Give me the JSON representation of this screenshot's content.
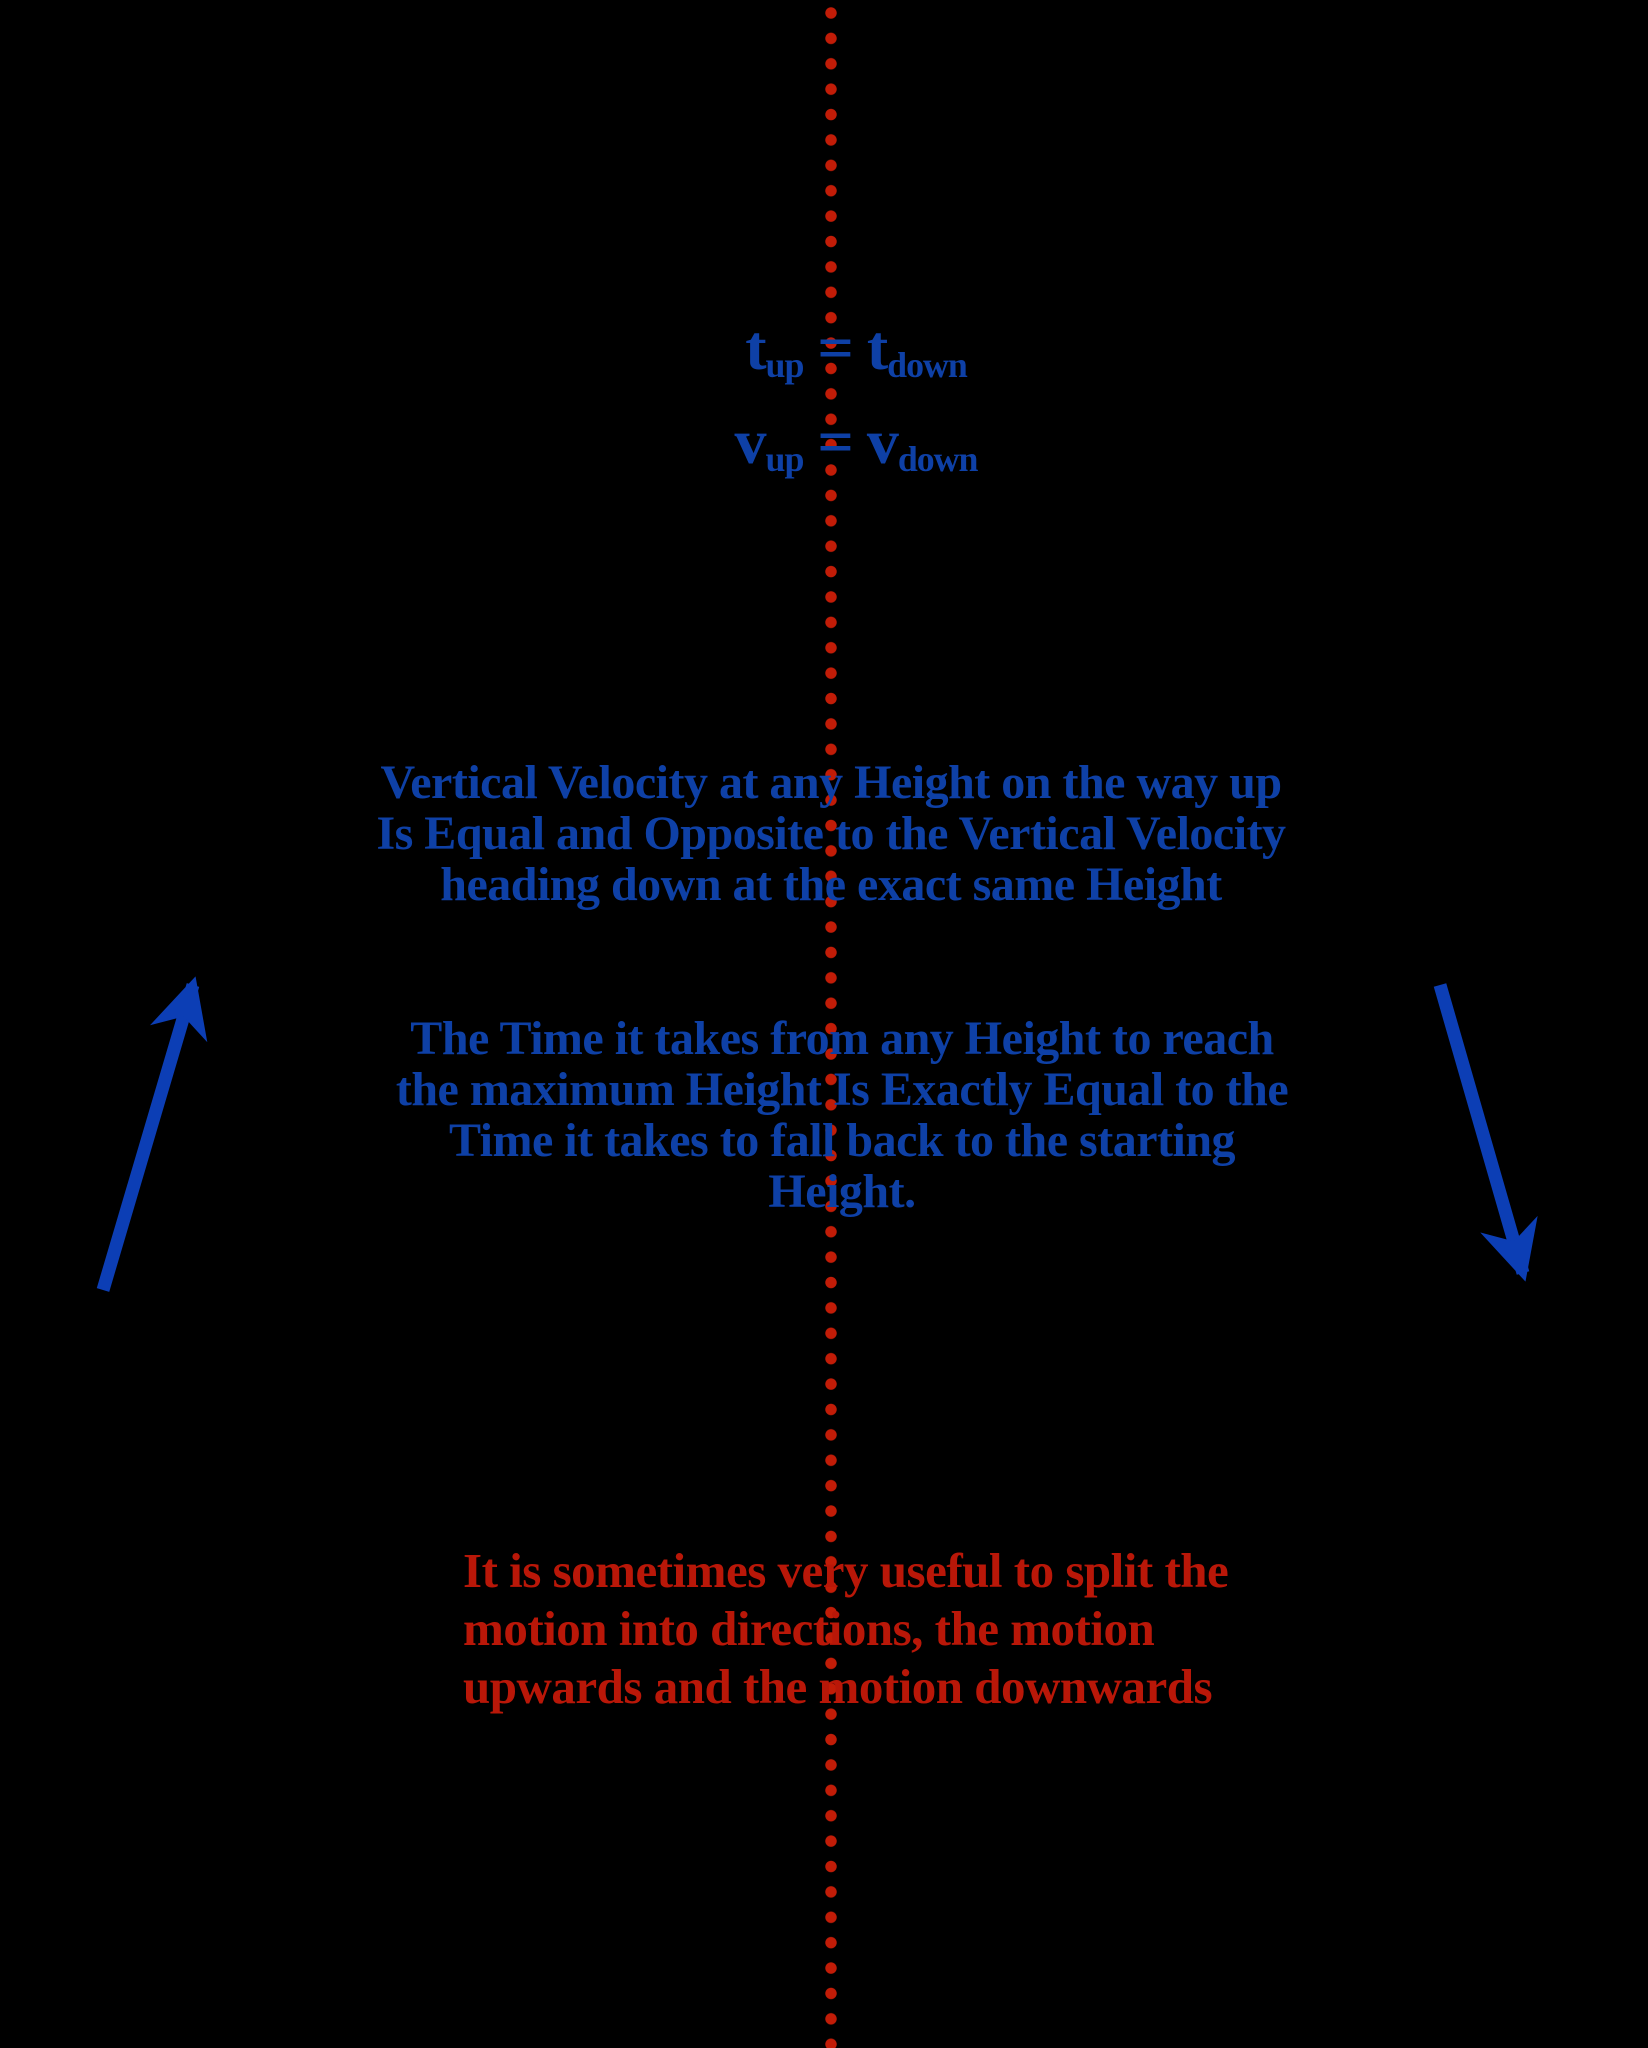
{
  "colors": {
    "background": "#000000",
    "blue_text": "#0e40a6",
    "red_text": "#b91708",
    "dot": "#c21c07",
    "arrow": "#0c3eb5"
  },
  "divider": {
    "description": "red dotted vertical line through center"
  },
  "equations": [
    {
      "lhs_base": "t",
      "lhs_sub": "up",
      "equals": "=",
      "rhs_base": "t",
      "rhs_sub": "down"
    },
    {
      "lhs_base": "v",
      "lhs_sub": "up",
      "equals": "=",
      "rhs_base": "v",
      "rhs_sub": "down"
    }
  ],
  "notes": {
    "velocity_symmetry": {
      "lines": [
        "Vertical Velocity at any Height on the way up",
        "Is Equal and Opposite to the Vertical Velocity",
        "heading down at the exact same Height"
      ]
    },
    "time_symmetry": {
      "lines": [
        "The Time it takes from any Height to reach",
        "the maximum Height Is Exactly Equal to the",
        "Time it takes to fall back to the starting",
        "Height."
      ]
    },
    "split_motion": {
      "lines": [
        "It is sometimes very useful to split the",
        "motion into directions, the motion",
        "upwards and the motion downwards"
      ]
    }
  },
  "icons": {
    "up_arrow": "upward-motion-arrow",
    "down_arrow": "downward-motion-arrow"
  }
}
